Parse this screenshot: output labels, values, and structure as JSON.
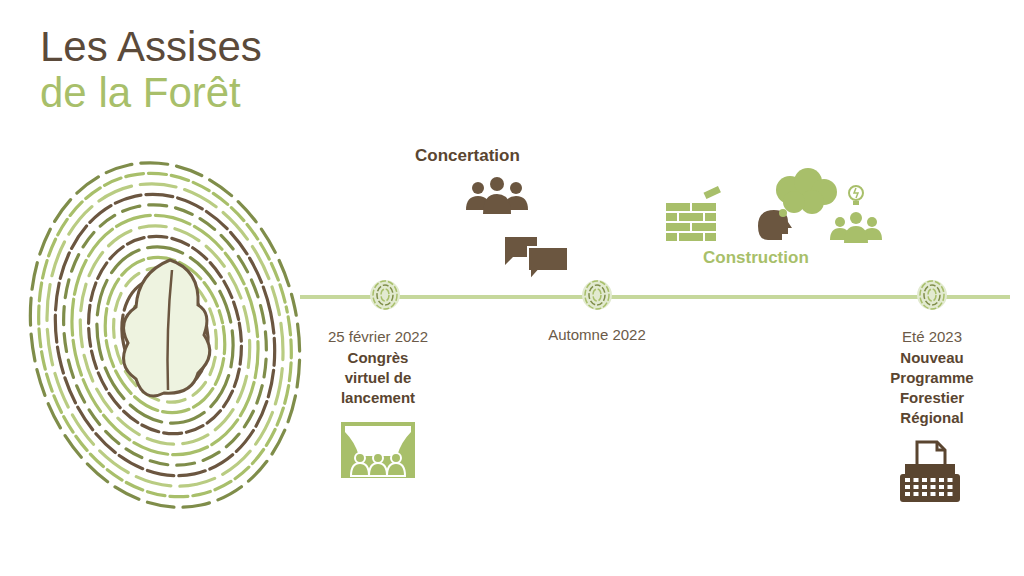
{
  "diagram": {
    "title": "Les Assises de la Forêt",
    "labels": [
      "Concertation",
      "Construction",
      "25 février 2022",
      "Congrès virtuel de lancement",
      "Automne 2022",
      "Eté 2023",
      "Nouveau Programme Forestier Régional"
    ]
  }
}
